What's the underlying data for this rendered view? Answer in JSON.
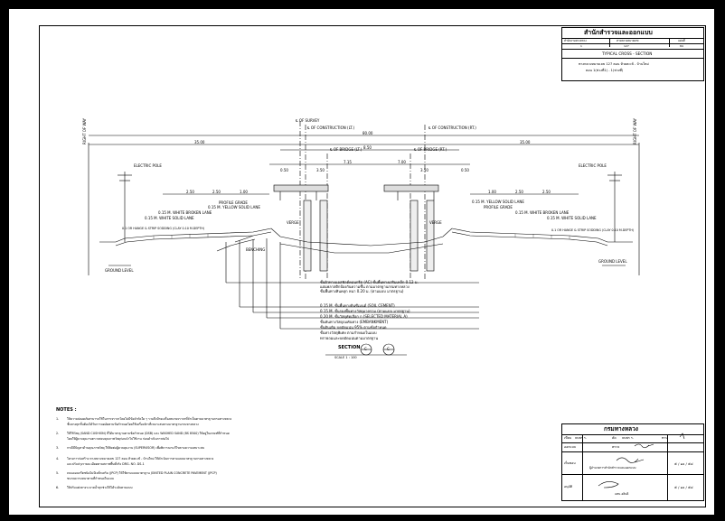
{
  "title_block": {
    "dept": "สำนักสำรวจและออกแบบ",
    "small_head_1": "สำนักงานทางหลวง",
    "small_head_2": "ทางหลวงหมายเลข",
    "small_head_3": "แผ่นที่",
    "small_val_1": "1",
    "small_val_2": "127",
    "small_val_3": "84",
    "drawing_title": "TYPICAL CROSS - SECTION",
    "project_line": "ทางหลวงหมายเลข 127 ตอน ห้วยตะเข้ - บ้านใหม่",
    "km_line": "ตอน 1(ช่วงที่1) - 1(ช่วงที่)"
  },
  "bottom_block": {
    "agency": "กรมทางหลวง",
    "r1_label_1": "เขียน",
    "r1_val_1": "ธนพร ร.",
    "r1_label_2": "คัด",
    "r1_val_2": "ธนพร ร.",
    "r1_label_3": "ทาน",
    "r2_label": "ออกแบบ",
    "r2_label_b": "ตรวจ",
    "r3_label": "เห็นชอบ",
    "r3_sub": "ผู้อำนวยการสำนักสำรวจและออกแบบ",
    "r3_date": "๕ / ๑๐ / ๕๔",
    "r4_label": "อนุมัติ",
    "r4_sub": "แทน อธิบดี",
    "r4_date": "๕ / ๑๐ / ๕๔"
  },
  "notes": {
    "heading": "NOTES :",
    "items": [
      {
        "num": "1.",
        "line1": "ให้ความปลอดภัยสามารถใช้ในการจราจรโดยไม่มีข้อจำกัดใด ๆ รวมถึงป้ายเครื่องหมายจราจรที่จำเป็นตามมาตรฐานกรมทางหลวง",
        "line2": "ชั้นทางทุกชั้นต้องได้รับการบดอัดตามข้อกำหนดโดยใช้เครื่องจักรที่เหมาะสมตามมาตรฐานกรมทางหลวง"
      },
      {
        "num": "2.",
        "line1": "ให้ใช้วัสดุ (SAND CUSHION) ที่ได้มาตรฐานตามข้อกำหนด (DSB) และ WASHED SAND (BS 8500) ให้อยู่ในเกณฑ์ที่กำหนด",
        "line2": "โดยให้ผู้ควบคุมงานตรวจสอบคุณภาพวัสดุก่อนนำไปใช้งาน ก่อนดำเนินการต่อไป"
      },
      {
        "num": "3.",
        "line1": "กรณีมีปัญหาด้านคุณภาพวัสดุ ให้ติดต่อผู้ควบคุมงาน (SUPERVISOR) เพื่อพิจารณาแก้ไขตามความเหมาะสม",
        "line2": ""
      },
      {
        "num": "4.",
        "line1": "โครงการก่อสร้าง ทางหลวงหมายเลข 127 ตอน ห้วยตะเข้ - บ้านใหม่ ให้ดำเนินการตามแบบมาตรฐานกรมทางหลวง",
        "line2": "และปรับปรุงรายละเอียดตามสภาพพื้นที่จริง DRG. NO. DS-1"
      },
      {
        "num": "5.",
        "line1": "ถนนคอนกรีตชนิดไม่มีเหล็กเสริม (JPCP) ให้ใช้ตามแบบมาตรฐาน JOINTED PLAIN CONCRETE PAVEMENT (JPCP)",
        "line2": "ขนาดความหนาตามที่กำหนดในแบบ"
      },
      {
        "num": "6.",
        "line1": "ให้ปรับแต่งทางระบายน้ำทุกช่วงให้ได้ระดับตามแบบ",
        "line2": ""
      }
    ]
  },
  "drawing": {
    "cl_survey": "℄ OF SURVEY",
    "cl_const_lt": "℄ OF CONSTRUCTION (LT.)",
    "cl_const_rt": "℄ OF CONSTRUCTION (RT.)",
    "cl_bridge_lt": "℄ OF BRIDGE (LT.)",
    "cl_bridge_rt": "℄ OF BRIDGE (RT.)",
    "row": "RIGHT OF WAY",
    "dim_total": "80.00",
    "dim_half_l": "35.00",
    "dim_half_r": "35.00",
    "dim_median": "8.50",
    "dim_715": "7.15",
    "dim_700": "7.00",
    "dim_350": "3.50",
    "dim_250": "2.50",
    "dim_160": "1.60",
    "dim_050": "0.50",
    "dim_100": "1.00",
    "elec_pole_l": "ELECTRIC POLE",
    "elec_pole_r": "ELECTRIC POLE",
    "profile_grade": "PROFILE GRADE",
    "broken_lane": "0.15 M. WHITE BROKEN LANE",
    "solid_yellow": "0.15 M. YELLOW SOLID LANE",
    "solid_white": "0.15 M. WHITE SOLID LANE",
    "wings": "0.1 OR HANGE & STRIP SODDING (CLAY 0.10 M.DEPTH)",
    "verge": "VERGE",
    "benching": "BENCHING",
    "ground_left": "GROUND LEVEL",
    "ground_right": "GROUND LEVEL",
    "legend": [
      "ชั้นผิวทางแอสฟัลต์คอนกรีต (AC) ชั้นพื้นทางเสริมเหล็ก 0.12 ม.",
      "แผ่นพลาสติกป้องกันความชื้น ตามมาตรฐานกรมทางหลวง",
      "ชั้นพื้นทางหินคลุก หนา 0.20 ม. (ตามแบบ มาตรฐาน)",
      "0.15 M. ชั้นพื้นทางดินซีเมนต์ (SOIL CEMENT)",
      "0.15 M. ชั้นรองพื้นทางวัสดุมวลรวม (ตามแบบ มาตรฐาน)",
      "0.20 M. ชั้นวัสดุคัดเลือก ก (SELECTED MATERIAL A)",
      "ชั้นคันทางวัสดุถมคันทาง (EMBANKMENT)",
      "ชั้นดินเดิม บดอัดแน่น 95% ตามข้อกำหนด",
      "ชั้นทางวัสดุพิเศษ ตามกำหนดในแบบ",
      "ทรายถมและบดอัดแน่นตามมาตรฐาน"
    ],
    "section_title": "SECTION",
    "section_scale": "SCALE      1 : 100",
    "section_c1": "C",
    "section_c2": "C"
  }
}
